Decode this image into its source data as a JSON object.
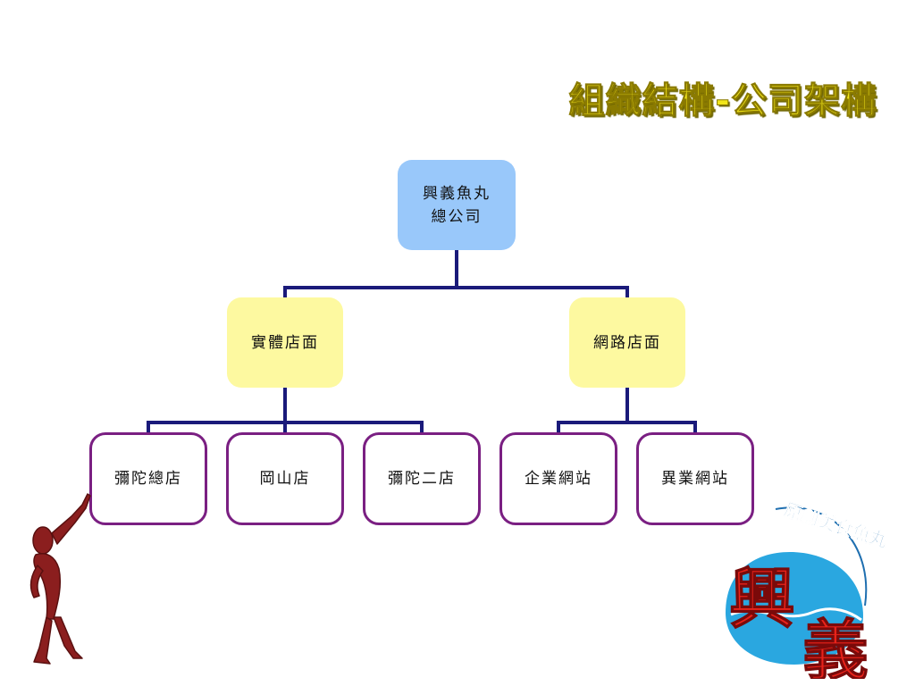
{
  "title": "組織結構-公司架構",
  "root": {
    "line1": "興義魚丸",
    "line2": "總公司"
  },
  "branches": [
    {
      "label": "實體店面",
      "children": [
        "彌陀總店",
        "岡山店",
        "彌陀二店"
      ]
    },
    {
      "label": "網路店面",
      "children": [
        "企業網站",
        "異業網站"
      ]
    }
  ],
  "logo": {
    "main_chars": [
      "興",
      "義"
    ],
    "arc_text": "原創美食魚丸"
  },
  "colors": {
    "title": "#f2e61a",
    "root_fill": "#99c8fa",
    "branch_fill": "#fdf9a0",
    "leaf_border": "#7a1f82",
    "connector": "#1a1a7a",
    "figure": "#8b1e1e",
    "logo_red": "#e8231a",
    "logo_blue": "#2aa7e0"
  },
  "icons": {
    "figure": "pointing-figure-icon",
    "logo": "brand-logo-icon"
  }
}
